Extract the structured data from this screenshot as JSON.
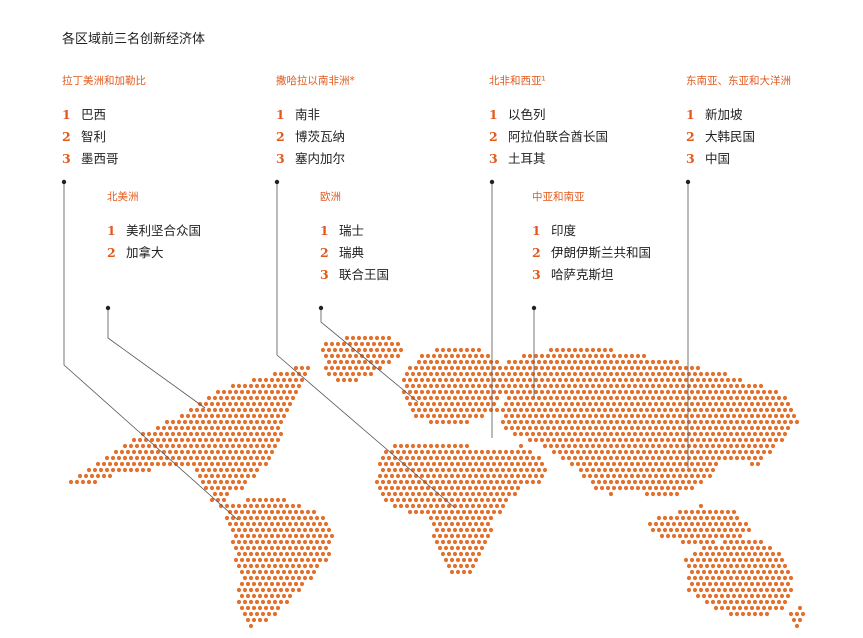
{
  "title": "各区域前三名创新经济体",
  "regions": [
    {
      "key": "latam",
      "title": "拉丁美洲和加勒比",
      "items": [
        {
          "rank": "1",
          "name": "巴西"
        },
        {
          "rank": "2",
          "name": "智利"
        },
        {
          "rank": "3",
          "name": "墨西哥"
        }
      ]
    },
    {
      "key": "ssa",
      "title": "撒哈拉以南非洲*",
      "items": [
        {
          "rank": "1",
          "name": "南非"
        },
        {
          "rank": "2",
          "name": "博茨瓦纳"
        },
        {
          "rank": "3",
          "name": "塞内加尔"
        }
      ]
    },
    {
      "key": "nawa",
      "title": "北非和西亚¹",
      "items": [
        {
          "rank": "1",
          "name": "以色列"
        },
        {
          "rank": "2",
          "name": "阿拉伯联合酋长国"
        },
        {
          "rank": "3",
          "name": "土耳其"
        }
      ]
    },
    {
      "key": "seao",
      "title": "东南亚、东亚和大洋洲",
      "items": [
        {
          "rank": "1",
          "name": "新加坡"
        },
        {
          "rank": "2",
          "name": "大韩民国"
        },
        {
          "rank": "3",
          "name": "中国"
        }
      ]
    },
    {
      "key": "na",
      "title": "北美洲",
      "items": [
        {
          "rank": "1",
          "name": "美利坚合众国"
        },
        {
          "rank": "2",
          "name": "加拿大"
        }
      ]
    },
    {
      "key": "eu",
      "title": "欧洲",
      "items": [
        {
          "rank": "1",
          "name": "瑞士"
        },
        {
          "rank": "2",
          "name": "瑞典"
        },
        {
          "rank": "3",
          "name": "联合王国"
        }
      ]
    },
    {
      "key": "csa",
      "title": "中亚和南亚",
      "items": [
        {
          "rank": "1",
          "name": "印度"
        },
        {
          "rank": "2",
          "name": "伊朗伊斯兰共和国"
        },
        {
          "rank": "3",
          "name": "哈萨克斯坦"
        }
      ]
    }
  ],
  "colors": {
    "accent": "#e05a1e",
    "dot": "#e2702e",
    "leader": "#555555",
    "text": "#222222"
  }
}
